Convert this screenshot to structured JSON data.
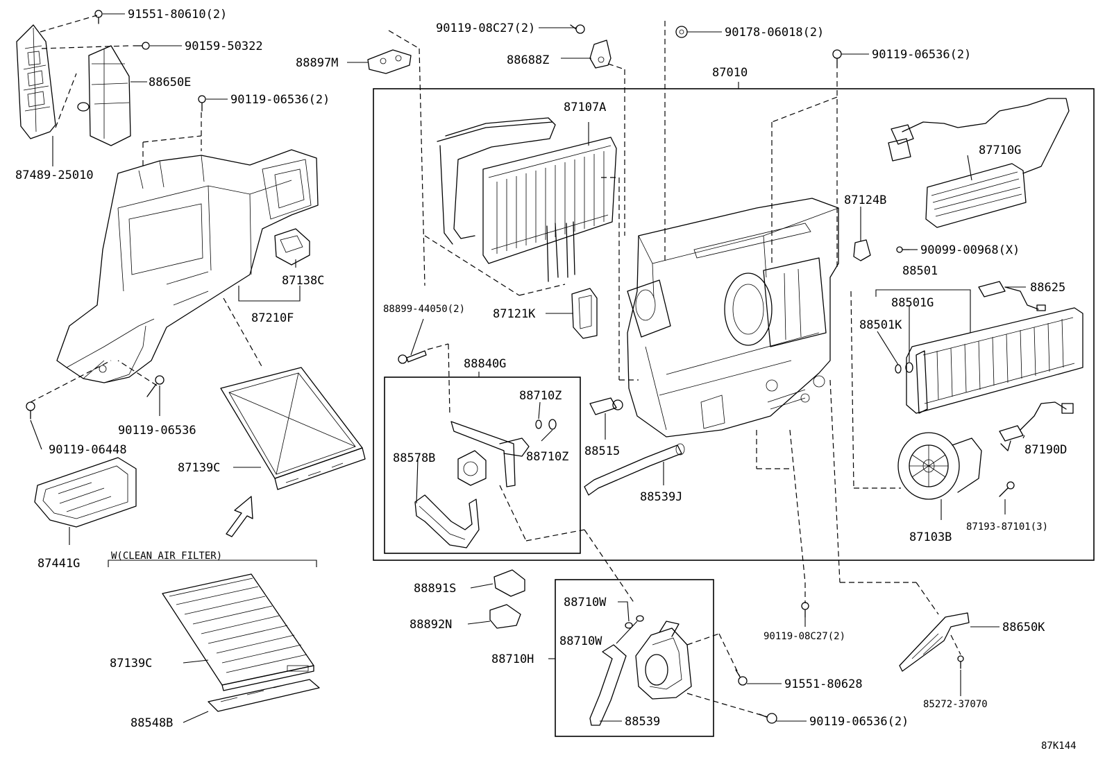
{
  "diagram_code": "87K144",
  "group_note": "W(CLEAN AIR FILTER)",
  "part_labels": [
    "91551-80610(2)",
    "90159-50322",
    "88650E",
    "90119-06536(2)",
    "87489-25010",
    "87138C",
    "87210F",
    "90119-06536",
    "90119-06448",
    "87139C",
    "87441G",
    "87139C",
    "88548B",
    "90119-08C27(2)",
    "88897M",
    "88688Z",
    "90178-06018(2)",
    "90119-06536(2)",
    "87010",
    "87107A",
    "87121K",
    "88899-44050(2)",
    "88840G",
    "88710Z",
    "88710Z",
    "88578B",
    "88515",
    "88539J",
    "87124B",
    "90099-00968(X)",
    "88501",
    "88625",
    "88501G",
    "88501K",
    "87710G",
    "87190D",
    "87103B",
    "87193-87101(3)",
    "88891S",
    "88892N",
    "88710W",
    "88710W",
    "88710H",
    "88539",
    "90119-08C27(2)",
    "91551-80628",
    "90119-06536(2)",
    "88650K",
    "85272-37070"
  ]
}
